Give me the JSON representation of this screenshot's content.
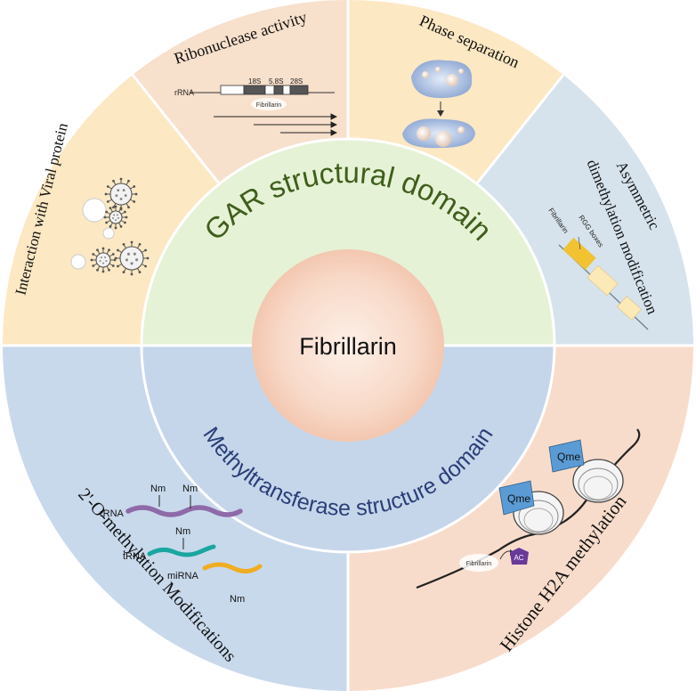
{
  "center": {
    "label": "Fibrillarin"
  },
  "domains": {
    "upper": "GAR structural domain",
    "lower": "Methyltransferase structure domain"
  },
  "segments": {
    "ribonuclease": "Ribonuclease activity",
    "phase": "Phase separation",
    "asym_line1": "Asymmetric",
    "asym_line2": "dimethylation modification",
    "viral": "Interaction with Viral protein",
    "histone": "Histone H2A methylation",
    "omethyl": "2'-O-methylation Modifications"
  },
  "ribo_diagram": {
    "rrna": "rRNA",
    "s18": "18S",
    "s58": "5.8S",
    "s28": "28S",
    "fib": "Fibrillarin"
  },
  "rgg_diagram": {
    "fib": "Fibrillarin",
    "rgg": "RGG boxes"
  },
  "histone_diagram": {
    "qme1": "Qme",
    "qme2": "Qme",
    "fib": "Fibrillarin",
    "ac": "AC"
  },
  "rna_diagram": {
    "nm1": "Nm",
    "nm2": "Nm",
    "nm3": "Nm",
    "nm4": "Nm",
    "rrna": "rRNA",
    "trna": "tRNA",
    "mirna": "miRNA"
  },
  "colors": {
    "peach": "#f7e0cc",
    "wheat": "#fce8c3",
    "lightblue": "#d6e3ec",
    "blue": "#c8d9ec",
    "salmon": "#f8dccb",
    "green": "#e6f2d6",
    "domainGreen": "#3f5e1c",
    "domainBlue": "#2a3f78",
    "divider": "#ffffff"
  }
}
